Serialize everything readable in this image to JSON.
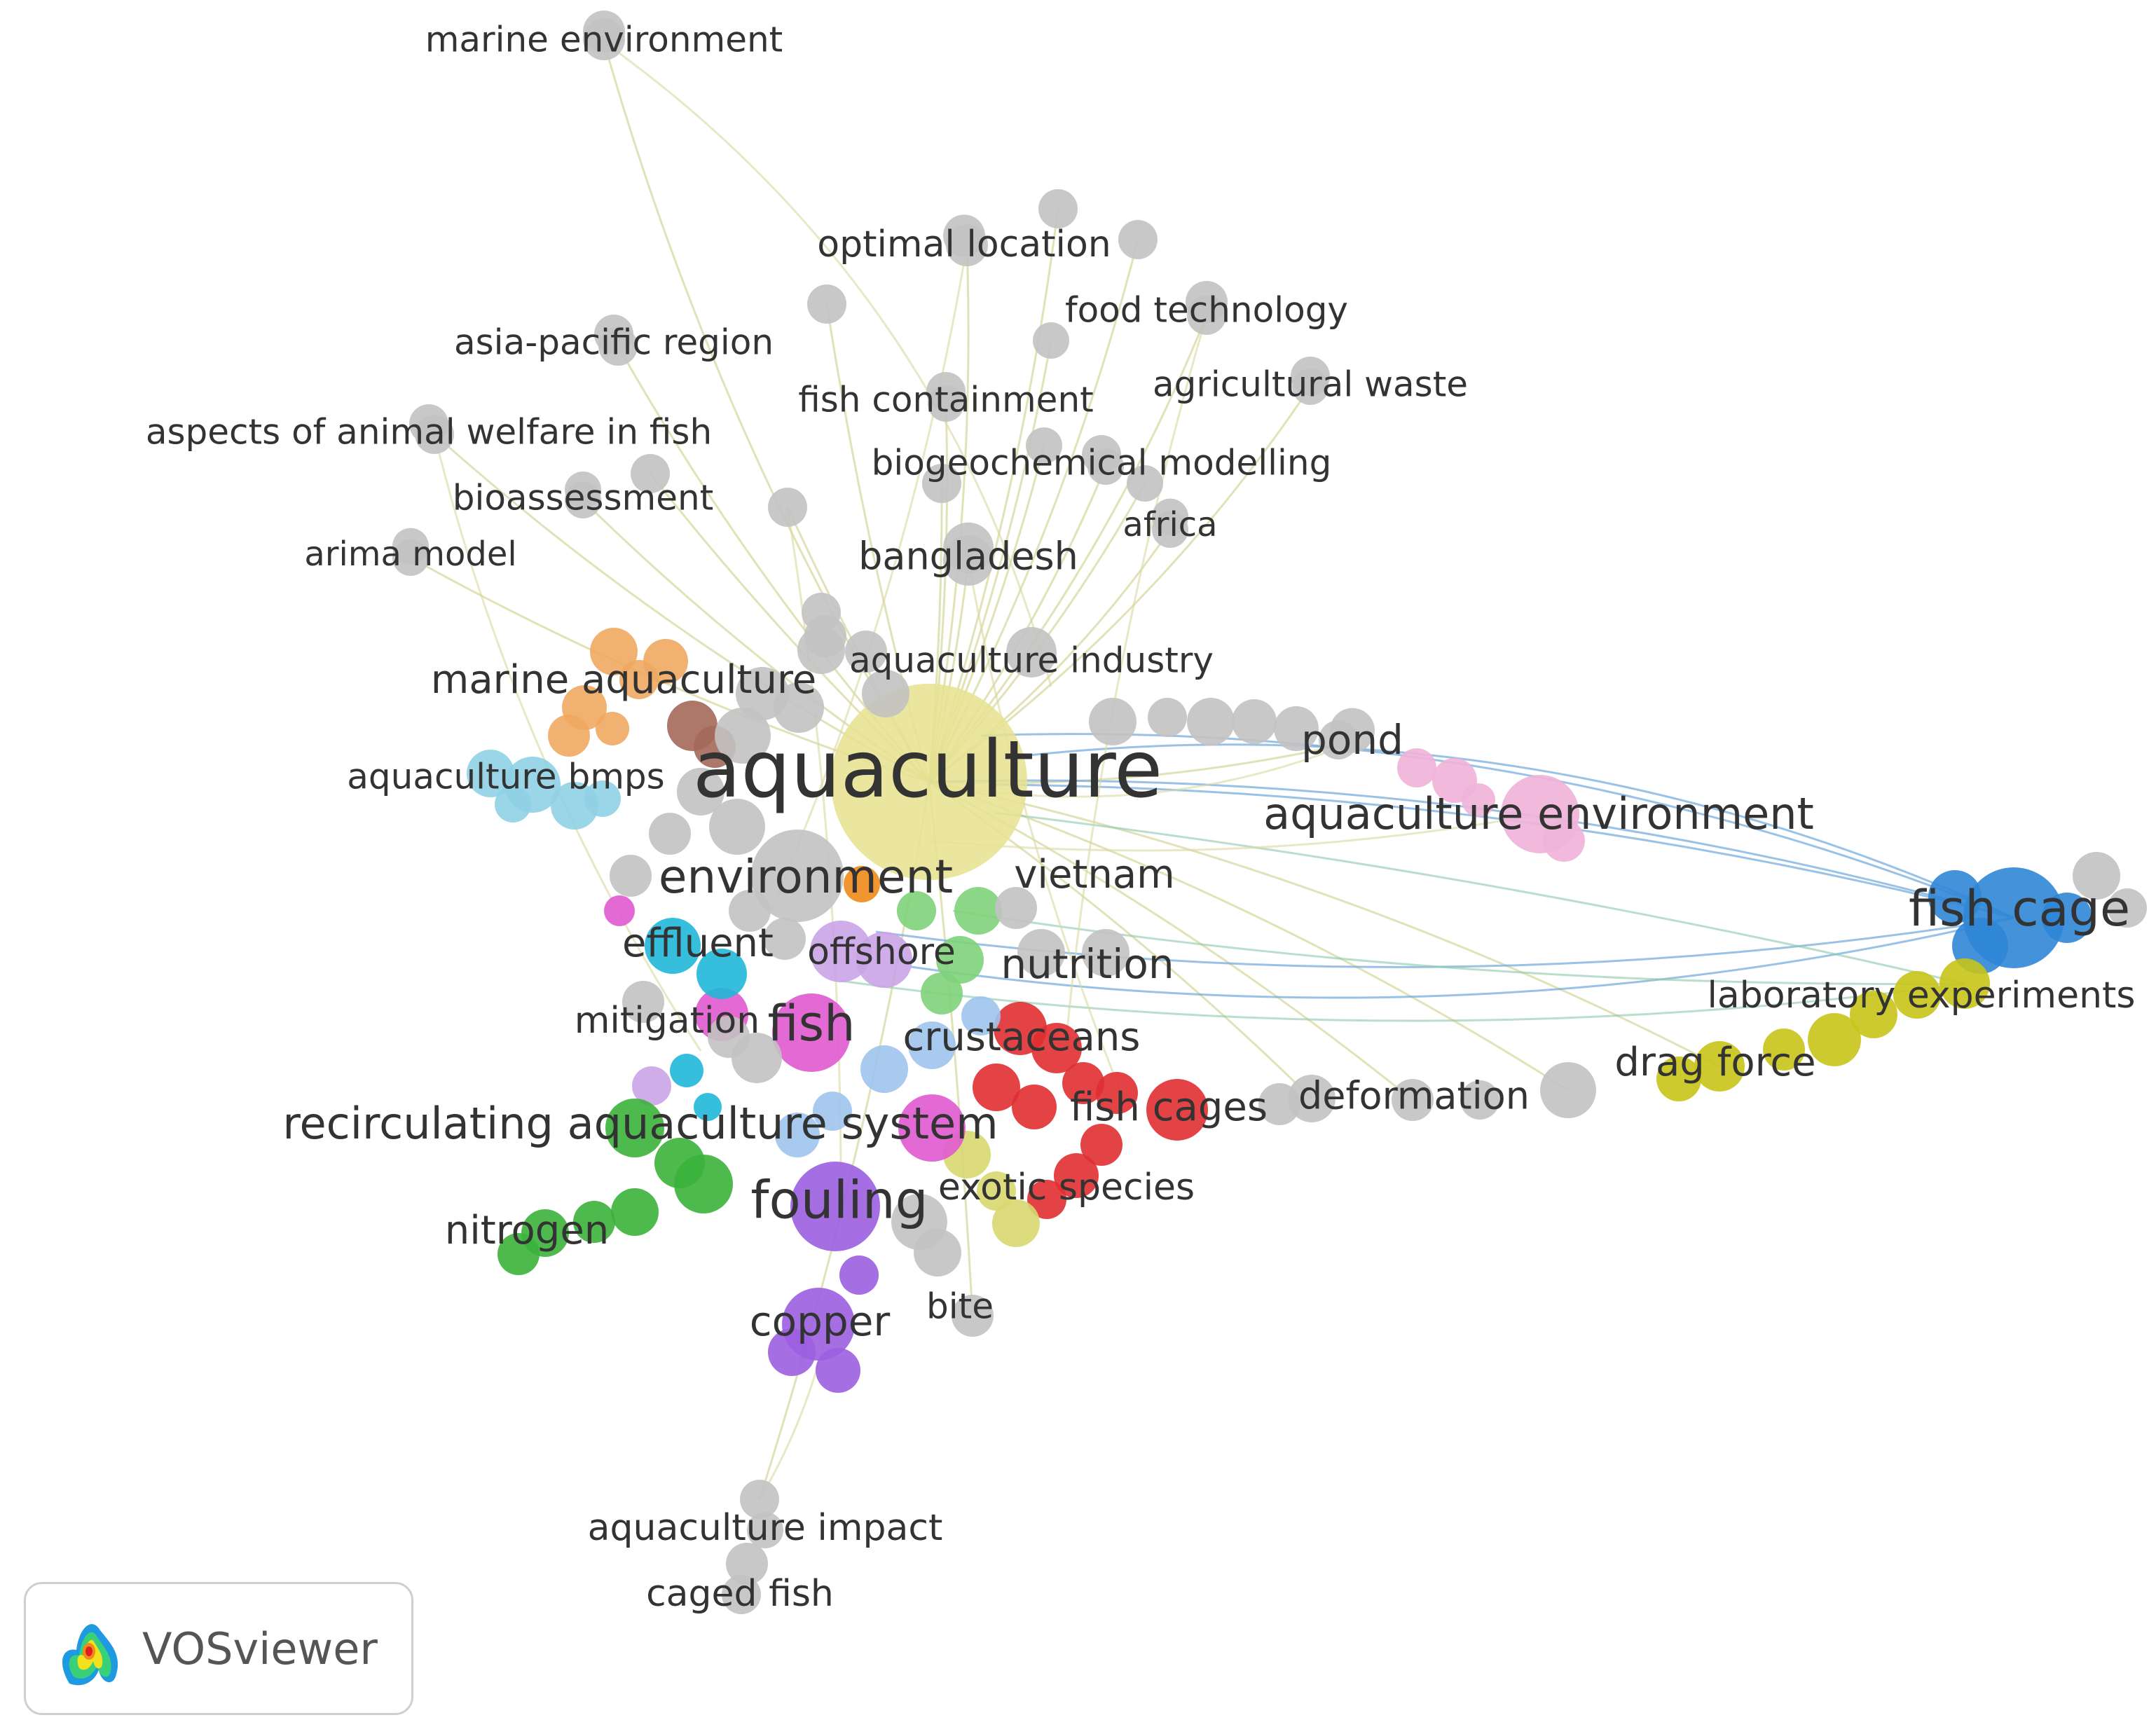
{
  "palette": {
    "grey": "#c2c2c2",
    "aquaculture": "#e6e28f",
    "orange": "#f0a860",
    "brown": "#a4685a",
    "light_blue": "#8fd0e6",
    "pink": "#f0b2d8",
    "blue": "#2f86d6",
    "yellow": "#c8c41a",
    "red": "#e02f30",
    "green": "#3bb33b",
    "light_green": "#7ed37a",
    "cyan": "#20b8d8",
    "lilac": "#c9a4e6",
    "magenta": "#e05ad0",
    "pale_blue": "#9ec4ec",
    "violet": "#9c5ee0",
    "dark_orange": "#f08a1a",
    "khaki": "#d8d870",
    "edge_default": "#d8d8a0",
    "edge_blue": "#6fa8dc",
    "edge_green": "#8cc8a8"
  },
  "network": {
    "labels": [
      {
        "id": "marine-environment",
        "text": "marine environment"
      },
      {
        "id": "optimal-location",
        "text": "optimal location"
      },
      {
        "id": "food-technology",
        "text": "food technology"
      },
      {
        "id": "asia-pacific-region",
        "text": "asia-pacific region"
      },
      {
        "id": "agricultural-waste",
        "text": "agricultural waste"
      },
      {
        "id": "fish-containment",
        "text": "fish containment"
      },
      {
        "id": "aspects-of-animal-welfare-in-fish",
        "text": "aspects of animal welfare in fish"
      },
      {
        "id": "biogeochemical-modelling",
        "text": "biogeochemical modelling"
      },
      {
        "id": "bioassessment",
        "text": "bioassessment"
      },
      {
        "id": "africa",
        "text": "africa"
      },
      {
        "id": "arima-model",
        "text": "arima model"
      },
      {
        "id": "bangladesh",
        "text": "bangladesh"
      },
      {
        "id": "aquaculture-industry",
        "text": "aquaculture industry"
      },
      {
        "id": "marine-aquaculture",
        "text": "marine aquaculture"
      },
      {
        "id": "pond",
        "text": "pond"
      },
      {
        "id": "aquaculture",
        "text": "aquaculture"
      },
      {
        "id": "aquaculture-bmps",
        "text": "aquaculture bmps"
      },
      {
        "id": "aquaculture-environment",
        "text": "aquaculture environment"
      },
      {
        "id": "environment",
        "text": "environment"
      },
      {
        "id": "vietnam",
        "text": "vietnam"
      },
      {
        "id": "fish-cage",
        "text": "fish cage"
      },
      {
        "id": "effluent",
        "text": "effluent"
      },
      {
        "id": "offshore",
        "text": "offshore"
      },
      {
        "id": "nutrition",
        "text": "nutrition"
      },
      {
        "id": "laboratory-experiments",
        "text": "laboratory experiments"
      },
      {
        "id": "mitigation",
        "text": "mitigation"
      },
      {
        "id": "fish",
        "text": "fish"
      },
      {
        "id": "crustaceans",
        "text": "crustaceans"
      },
      {
        "id": "drag-force",
        "text": "drag force"
      },
      {
        "id": "deformation",
        "text": "deformation"
      },
      {
        "id": "fish-cages",
        "text": "fish cages"
      },
      {
        "id": "recirculating-aquaculture-system",
        "text": "recirculating aquaculture system"
      },
      {
        "id": "exotic-species",
        "text": "exotic species"
      },
      {
        "id": "fouling",
        "text": "fouling"
      },
      {
        "id": "nitrogen",
        "text": "nitrogen"
      },
      {
        "id": "bite",
        "text": "bite"
      },
      {
        "id": "copper",
        "text": "copper"
      },
      {
        "id": "aquaculture-impact",
        "text": "aquaculture impact"
      },
      {
        "id": "caged-fish",
        "text": "caged fish"
      }
    ]
  },
  "badge": {
    "text": "VOSviewer"
  }
}
